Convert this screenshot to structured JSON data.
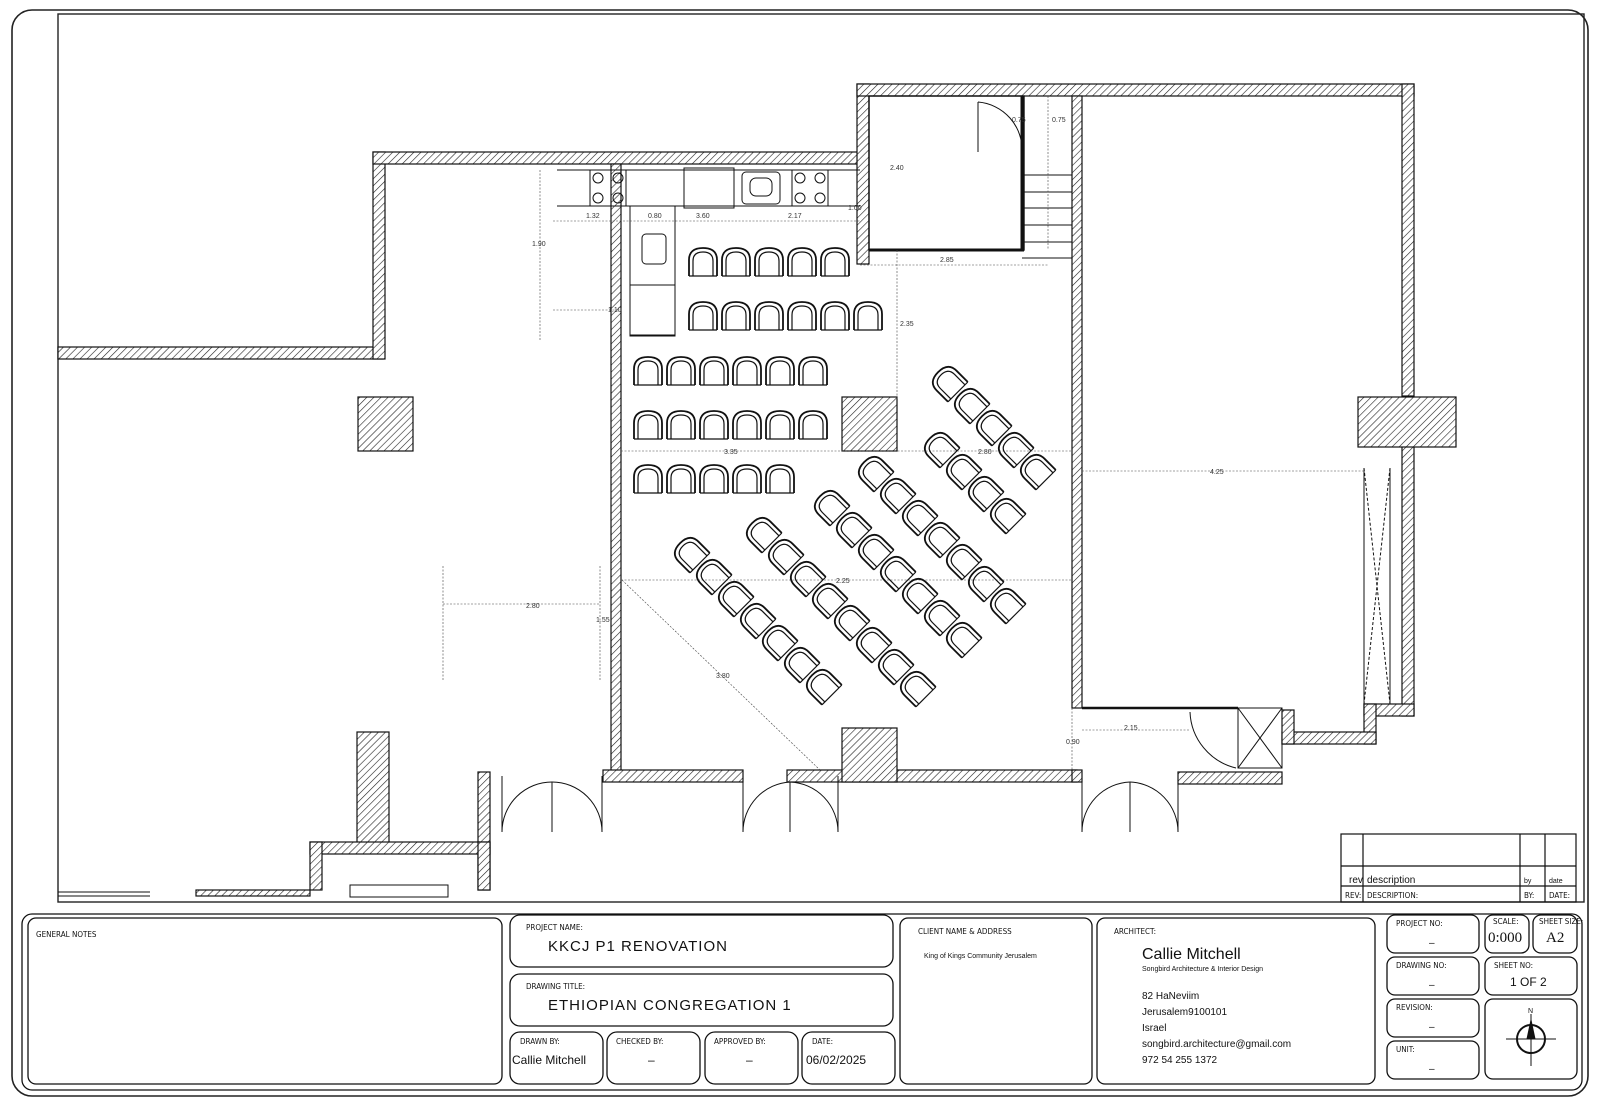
{
  "plan": {
    "dimensions": [
      "1.32",
      "0.80",
      "3.60",
      "2.17",
      "1.00",
      "2.40",
      "0.75",
      "0.75",
      "2.85",
      "2.35",
      "3.35",
      "2.80",
      "4.25",
      "2.25",
      "2.80",
      "1.55",
      "3.80",
      "0.90",
      "2.15",
      "1.90",
      "1.10"
    ]
  },
  "revision_table": {
    "col_rev": "rev",
    "col_description": "description",
    "col_by": "by",
    "col_date": "date",
    "row_rev": "REV:",
    "row_description": "DESCRIPTION:",
    "row_by": "BY:",
    "row_date": "DATE:"
  },
  "title_block": {
    "general_notes_label": "GENERAL NOTES",
    "project_name_label": "PROJECT NAME:",
    "project_name": "KKCJ P1 RENOVATION",
    "drawing_title_label": "DRAWING TITLE:",
    "drawing_title": "ETHIOPIAN CONGREGATION 1",
    "drawn_by_label": "DRAWN BY:",
    "drawn_by": "Callie Mitchell",
    "checked_by_label": "CHECKED BY:",
    "checked_by": "–",
    "approved_by_label": "APPROVED BY:",
    "approved_by": "–",
    "date_label": "DATE:",
    "date": "06/02/2025",
    "client_label": "CLIENT NAME & ADDRESS",
    "client": "King of Kings Community Jerusalem",
    "architect_label": "ARCHITECT:",
    "architect_name": "Callie Mitchell",
    "architect_firm": "Songbird Architecture & Interior Design",
    "address_line1": "82 HaNeviim",
    "address_line2": "Jerusalem9100101",
    "address_line3": "Israel",
    "email": "songbird.architecture@gmail.com",
    "phone": "972 54 255 1372",
    "project_no_label": "PROJECT NO:",
    "project_no": "–",
    "scale_label": "SCALE:",
    "scale": "0:000",
    "sheet_size_label": "SHEET SIZE:",
    "sheet_size": "A2",
    "drawing_no_label": "DRAWING NO:",
    "drawing_no": "–",
    "sheet_no_label": "SHEET NO:",
    "sheet_no": "1 OF 2",
    "revision_label": "REVISION:",
    "revision": "–",
    "unit_label": "UNIT:",
    "unit": "–",
    "north_label": "N"
  }
}
